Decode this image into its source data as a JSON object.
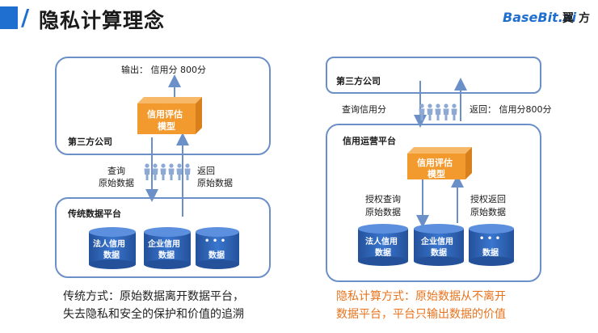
{
  "header": {
    "title": "隐私计算理念",
    "logo_text": "BaseBit.ai",
    "logo_cn": "翼方"
  },
  "left": {
    "output_label": "输出： 信用分 800分",
    "model_label_line1": "信用评估",
    "model_label_line2": "模型",
    "third_party_label": "第三方公司",
    "query_line1": "查询",
    "query_line2": "原始数据",
    "return_line1": "返回",
    "return_line2": "原始数据",
    "platform_label": "传统数据平台",
    "cylinders": [
      {
        "line1": "法人信用",
        "line2": "数据"
      },
      {
        "line1": "企业信用",
        "line2": "数据"
      },
      {
        "line1": "• • •",
        "line2": "数据"
      }
    ],
    "note_line1": "传统方式：原始数据离开数据平台，",
    "note_line2": "失去隐私和安全的保护和价值的追溯"
  },
  "right": {
    "third_party_label": "第三方公司",
    "query_label": "查询信用分",
    "return_label": "返回： 信用分800分",
    "platform_label": "信用运营平台",
    "model_label_line1": "信用评估",
    "model_label_line2": "模型",
    "auth_query_line1": "授权查询",
    "auth_query_line2": "原始数据",
    "auth_return_line1": "授权返回",
    "auth_return_line2": "原始数据",
    "cylinders": [
      {
        "line1": "法人信用",
        "line2": "数据"
      },
      {
        "line1": "企业信用",
        "line2": "数据"
      },
      {
        "line1": "• • •",
        "line2": "数据"
      }
    ],
    "note_line1": "隐私计算方式：原始数据从不离开",
    "note_line2": "数据平台，平台只输出数据的价值"
  },
  "colors": {
    "box_border": "#6b8fc7",
    "arrow": "#6b8fc7",
    "cylinder": "#2f64b6",
    "model_cube": "#f39a2e",
    "accent": "#1f6fd1",
    "note_orange": "#e8731c"
  }
}
